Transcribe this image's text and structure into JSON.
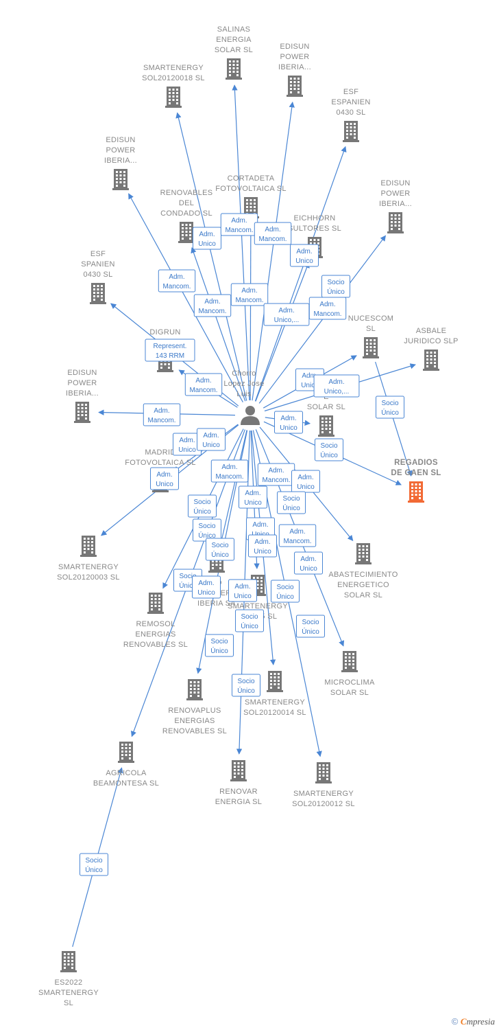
{
  "colors": {
    "edge": "#4a86d4",
    "building": "#777777",
    "target": "#f26a35",
    "person": "#777777"
  },
  "person": {
    "label": [
      "Chorro",
      "Lopez Jose",
      "Luis"
    ]
  },
  "nodes": [
    {
      "id": "salinas",
      "label": [
        "SALINAS",
        "ENERGIA",
        "SOLAR SL"
      ]
    },
    {
      "id": "edisun1",
      "label": [
        "EDISUN",
        "POWER",
        "IBERIA..."
      ]
    },
    {
      "id": "smart18",
      "label": [
        "SMARTENERGY",
        "SOL20120018 SL"
      ]
    },
    {
      "id": "esf1",
      "label": [
        "ESF",
        "ESPANIEN",
        "0430 SL"
      ]
    },
    {
      "id": "edisun2",
      "label": [
        "EDISUN",
        "POWER",
        "IBERIA..."
      ]
    },
    {
      "id": "cortadeta",
      "label": [
        "CORTADETA",
        "FOTOVOLTAICA SL"
      ]
    },
    {
      "id": "renovables_condado",
      "label": [
        "RENOVABLES",
        "DEL",
        "CONDADO SL"
      ]
    },
    {
      "id": "edisun3",
      "label": [
        "EDISUN",
        "POWER",
        "IBERIA..."
      ]
    },
    {
      "id": "eichhorn",
      "label": [
        "EICHHORN",
        "SULTORES SL"
      ]
    },
    {
      "id": "esf2",
      "label": [
        "ESF",
        "SPANIEN",
        "0430 SL"
      ]
    },
    {
      "id": "nucescom",
      "label": [
        "NUCESCOM",
        "SL"
      ]
    },
    {
      "id": "asbale",
      "label": [
        "ASBALE",
        "JURIDICO SLP"
      ]
    },
    {
      "id": "digrun",
      "label": [
        "DIGRUN",
        "GRUN SL"
      ]
    },
    {
      "id": "edisun4",
      "label": [
        "EDISUN",
        "POWER",
        "IBERIA..."
      ]
    },
    {
      "id": "solar_e",
      "label": [
        "E",
        "SOLAR SL"
      ]
    },
    {
      "id": "regadios",
      "label": [
        "REGADIOS",
        "DE GAEN  SL"
      ]
    },
    {
      "id": "madrid",
      "label": [
        "MADRID",
        "FOTOVOLTAICA SL"
      ]
    },
    {
      "id": "smart03",
      "label": [
        "SMARTENERGY",
        "SOL20120003 SL"
      ]
    },
    {
      "id": "abastecimiento",
      "label": [
        "ABASTECIMIENTO",
        "ENERGETICO",
        "SOLAR SL"
      ]
    },
    {
      "id": "edisun5",
      "label": [
        "ED",
        "POWER",
        "IBERIA SA"
      ]
    },
    {
      "id": "smart15",
      "label": [
        "SMARTENERGY",
        "SO      015 SL"
      ]
    },
    {
      "id": "remosol",
      "label": [
        "REMOSOL",
        "ENERGIAS",
        "RENOVABLES SL"
      ]
    },
    {
      "id": "microclima",
      "label": [
        "MICROCLIMA",
        "SOLAR SL"
      ]
    },
    {
      "id": "renovaplus",
      "label": [
        "RENOVAPLUS",
        "ENERGIAS",
        "RENOVABLES SL"
      ]
    },
    {
      "id": "smart14",
      "label": [
        "SMARTENERGY",
        "SOL20120014 SL"
      ]
    },
    {
      "id": "agricola",
      "label": [
        "AGRICOLA",
        "BEAMONTESA SL"
      ]
    },
    {
      "id": "renovar",
      "label": [
        "RENOVAR",
        "ENERGIA SL"
      ]
    },
    {
      "id": "smart12",
      "label": [
        "SMARTENERGY",
        "SOL20120012 SL"
      ]
    },
    {
      "id": "es2022",
      "label": [
        "ES2022",
        "SMARTENERGY",
        "SL"
      ]
    }
  ],
  "edges": [
    {
      "from": "person",
      "to": "salinas"
    },
    {
      "from": "person",
      "to": "edisun1"
    },
    {
      "from": "person",
      "to": "smart18"
    },
    {
      "from": "person",
      "to": "esf1"
    },
    {
      "from": "person",
      "to": "edisun2"
    },
    {
      "from": "person",
      "to": "cortadeta"
    },
    {
      "from": "person",
      "to": "renovables_condado"
    },
    {
      "from": "person",
      "to": "eichhorn"
    },
    {
      "from": "person",
      "to": "edisun3"
    },
    {
      "from": "person",
      "to": "esf2"
    },
    {
      "from": "person",
      "to": "nucescom"
    },
    {
      "from": "person",
      "to": "asbale"
    },
    {
      "from": "person",
      "to": "digrun"
    },
    {
      "from": "person",
      "to": "edisun4"
    },
    {
      "from": "person",
      "to": "solar_e"
    },
    {
      "from": "person",
      "to": "regadios"
    },
    {
      "from": "nucescom",
      "to": "regadios"
    },
    {
      "from": "person",
      "to": "madrid"
    },
    {
      "from": "person",
      "to": "smart03"
    },
    {
      "from": "person",
      "to": "abastecimiento"
    },
    {
      "from": "person",
      "to": "edisun5"
    },
    {
      "from": "person",
      "to": "smart15"
    },
    {
      "from": "person",
      "to": "remosol"
    },
    {
      "from": "person",
      "to": "microclima"
    },
    {
      "from": "person",
      "to": "renovaplus"
    },
    {
      "from": "person",
      "to": "smart14"
    },
    {
      "from": "person",
      "to": "agricola"
    },
    {
      "from": "person",
      "to": "renovar"
    },
    {
      "from": "person",
      "to": "smart12"
    },
    {
      "from": "es2022",
      "to": "agricola"
    }
  ],
  "edge_labels": [
    [
      "Adm.",
      "Mancom."
    ],
    [
      "Adm.",
      "Mancom."
    ],
    [
      "Adm.",
      "Unico"
    ],
    [
      "Adm.",
      "Unico"
    ],
    [
      "Socio",
      "Único"
    ],
    [
      "Adm.",
      "Mancom."
    ],
    [
      "Adm.",
      "Mancom."
    ],
    [
      "Adm.",
      "Mancom."
    ],
    [
      "Adm.",
      "Mancom."
    ],
    [
      "Adm.",
      "Unico,..."
    ],
    [
      "Represent.",
      "143 RRM"
    ],
    [
      "Adm.",
      "Mancom."
    ],
    [
      "Adm.",
      "Unico"
    ],
    [
      "Adm.",
      "Unico,..."
    ],
    [
      "Socio",
      "Único"
    ],
    [
      "Adm.",
      "Mancom."
    ],
    [
      "Adm.",
      "Unico"
    ],
    [
      "Socio",
      "Único"
    ],
    [
      "Adm.",
      "Unico"
    ],
    [
      "Adm.",
      "Unico"
    ],
    [
      "Adm.",
      "Mancom."
    ],
    [
      "Adm.",
      "Mancom."
    ],
    [
      "Adm.",
      "Unico"
    ],
    [
      "Adm.",
      "Unico"
    ],
    [
      "Adm.",
      "Unico"
    ],
    [
      "Socio",
      "Único"
    ],
    [
      "Socio",
      "Único"
    ],
    [
      "Socio",
      "Único"
    ],
    [
      "Adm.",
      "Unico"
    ],
    [
      "Adm.",
      "Mancom."
    ],
    [
      "Adm.",
      "Unico"
    ],
    [
      "Socio",
      "Único"
    ],
    [
      "Adm.",
      "Unico"
    ],
    [
      "Socio",
      "Único"
    ],
    [
      "Adm.",
      "Unico"
    ],
    [
      "Adm.",
      "Unico"
    ],
    [
      "Socio",
      "Único"
    ],
    [
      "Socio",
      "Único"
    ],
    [
      "Socio",
      "Único"
    ],
    [
      "Socio",
      "Único"
    ],
    [
      "Socio",
      "Único"
    ],
    [
      "Socio",
      "Único"
    ]
  ],
  "footer": {
    "copyright": "©",
    "brand_first": "C",
    "brand_rest": "mpresia"
  }
}
